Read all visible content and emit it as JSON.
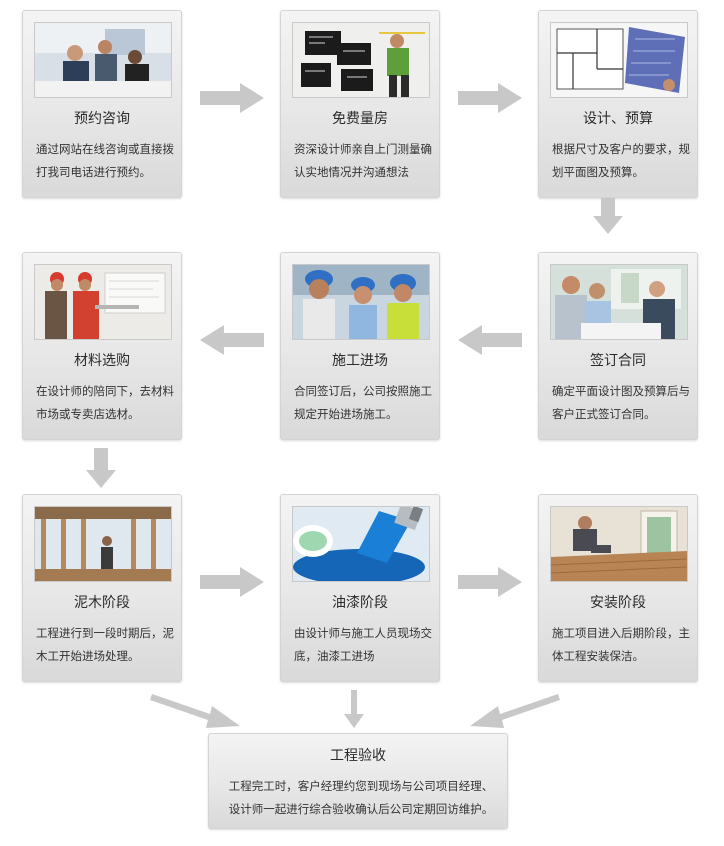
{
  "colors": {
    "arrow": "#c8c8c8",
    "card_bg": "#e9e9e9",
    "text": "#333333"
  },
  "steps": [
    {
      "title": "预约咨询",
      "desc": "通过网站在线咨询或直接拨打我司电话进行预约。",
      "photo": "office-meeting-photo"
    },
    {
      "title": "免费量房",
      "desc": "资深设计师亲自上门测量确认实地情况并沟通想法",
      "photo": "measuring-room-photo"
    },
    {
      "title": "设计、预算",
      "desc": "根据尺寸及客户的要求，规划平面图及预算。",
      "photo": "floor-plan-photo"
    },
    {
      "title": "签订合同",
      "desc": "确定平面设计图及预算后与客户正式签订合同。",
      "photo": "contract-signing-photo"
    },
    {
      "title": "施工进场",
      "desc": "合同签订后，公司按照施工规定开始进场施工。",
      "photo": "construction-workers-photo"
    },
    {
      "title": "材料选购",
      "desc": "在设计师的陪同下，去材料市场或专卖店选材。",
      "photo": "material-selection-photo"
    },
    {
      "title": "泥木阶段",
      "desc": "工程进行到一段时期后，泥木工开始进场处理。",
      "photo": "wood-framing-photo"
    },
    {
      "title": "油漆阶段",
      "desc": "由设计师与施工人员现场交底，油漆工进场",
      "photo": "paint-brush-photo"
    },
    {
      "title": "安装阶段",
      "desc": "施工项目进入后期阶段，主体工程安装保洁。",
      "photo": "floor-installation-photo"
    }
  ],
  "final": {
    "title": "工程验收",
    "desc": "工程完工时，客户经理约您到现场与公司项目经理、设计师一起进行综合验收确认后公司定期回访维护。"
  }
}
